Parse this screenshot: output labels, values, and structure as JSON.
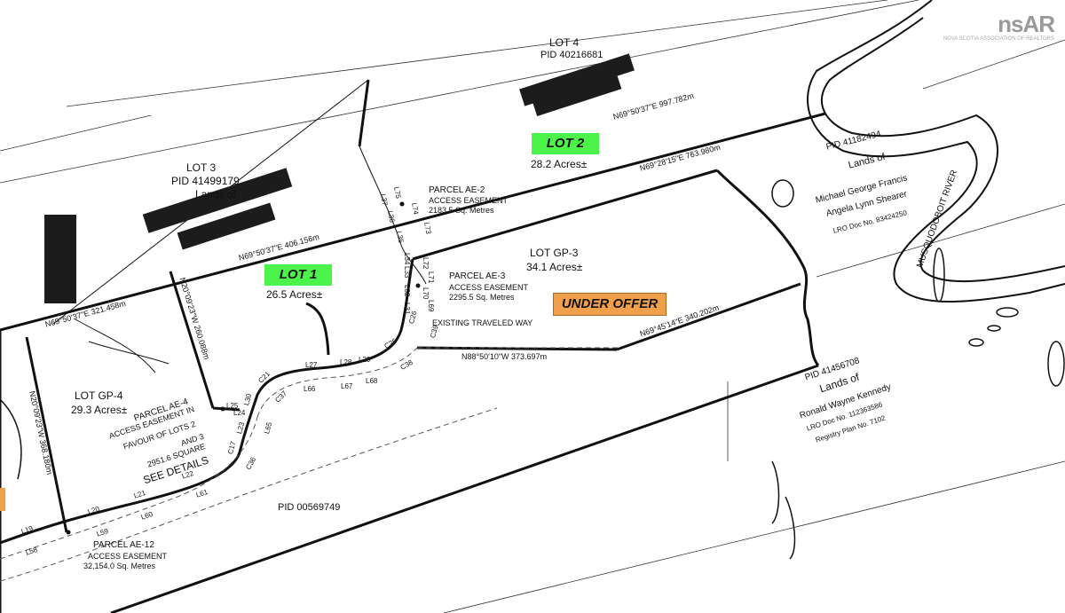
{
  "logo": {
    "mark": "nsAR",
    "subtitle": "NOVA SCOTIA ASSOCIATION OF REALTORS"
  },
  "lots": {
    "lot1": {
      "badge": "LOT 1",
      "area": "26.5 Acres±"
    },
    "lot2": {
      "badge": "LOT 2",
      "area": "28.2 Acres±"
    },
    "lot3": {
      "name": "LOT 3",
      "pid": "PID 41499179",
      "owner": "Lands of"
    },
    "lot4": {
      "name": "LOT 4",
      "pid": "PID 40216681"
    },
    "gp3": {
      "name": "LOT GP-3",
      "area": "34.1 Acres±"
    },
    "gp4": {
      "name": "LOT GP-4",
      "area": "29.3 Acres±"
    }
  },
  "status": {
    "under_offer": "UNDER OFFER"
  },
  "parcels": {
    "ae2": {
      "name": "PARCEL AE-2",
      "type": "ACCESS EASEMENT",
      "size": "2183.5 Sq. Metres"
    },
    "ae3": {
      "name": "PARCEL AE-3",
      "type": "ACCESS EASEMENT",
      "size": "2295.5 Sq. Metres"
    },
    "ae4": {
      "name": "PARCEL AE-4",
      "line1": "ACCESS EASEMENT IN",
      "line2": "FAVOUR OF LOTS 2",
      "line3": "AND 3",
      "size": "2951.6 SQUARE",
      "see": "SEE DETAILS"
    },
    "ae12": {
      "name": "PARCEL AE-12",
      "type": "ACCESS EASEMENT",
      "size": "32,154.0 Sq. Metres"
    }
  },
  "neighbors": {
    "francis": {
      "pid": "PID 41182494",
      "lands": "Lands of",
      "owner1": "Michael George Francis",
      "owner2": "Angela Lynn Shearer",
      "doc": "LRO Doc No. 83424250"
    },
    "kennedy": {
      "pid": "PID 41456708",
      "lands": "Lands of",
      "owner": "Ronald Wayne Kennedy",
      "doc": "LRO Doc No. 112363586",
      "plan": "Registry Plan No. 7102"
    },
    "road_pid": "PID 00569749"
  },
  "features": {
    "river": "MUSQUODOBOIT RIVER",
    "traveled_way": "EXISTING TRAVELED WAY"
  },
  "bearings": {
    "b1": "N69°50'37\"E  997.782m",
    "b2": "N69°28'15\"E  763.980m",
    "b3": "N69°50'37\"E  406.156m",
    "b4": "N69°50'37\"E  321.458m",
    "b5": "N69°45'14\"E  340.202m",
    "b6": "N88°50'10\"W  373.697m",
    "b7": "N20°09'23\"W  260.088m",
    "b8": "N20°09'23\"W  368.180m"
  },
  "segments": {
    "l75": "L75",
    "l74": "L74",
    "l73": "L73",
    "l37": "L37",
    "l36": "L36",
    "l35": "L35",
    "l34": "L34",
    "l33": "L33",
    "l32": "L32",
    "l31": "L31",
    "l72": "L72",
    "l71": "L71",
    "l70": "L70",
    "l69": "L69",
    "c26": "C26",
    "c39": "C39",
    "c25": "C25",
    "c38": "C38",
    "l29": "L29",
    "l28": "L28",
    "l27": "L27",
    "l66": "L66",
    "l67": "L67",
    "l68": "L68",
    "c21": "C21",
    "c37": "C37",
    "l30": "L30",
    "l25": "L25",
    "l24": "L24",
    "l65": "L65",
    "l23": "L23",
    "c17": "C17",
    "c36": "C36",
    "l22": "L22",
    "l61": "L61",
    "l21": "L21",
    "l60": "L60",
    "l20": "L20",
    "l59": "L59",
    "l19": "L19",
    "l58": "L58"
  }
}
